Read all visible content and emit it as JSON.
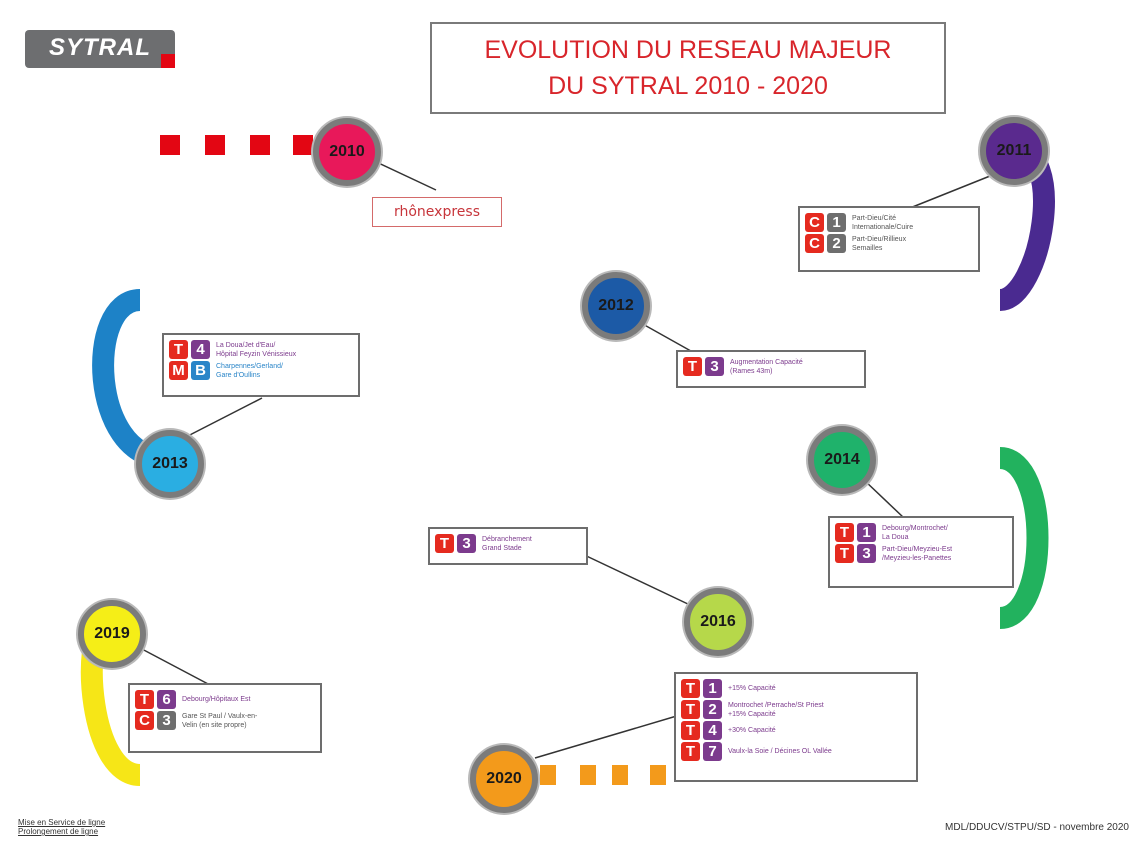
{
  "logo": {
    "text": "SYTRAL"
  },
  "title": {
    "line1": "EVOLUTION DU RESEAU MAJEUR",
    "line2": "DU SYTRAL 2010 - 2020"
  },
  "years": {
    "y2010": "2010",
    "y2011": "2011",
    "y2012": "2012",
    "y2013": "2013",
    "y2014": "2014",
    "y2016": "2016",
    "y2019": "2019",
    "y2020": "2020"
  },
  "colors": {
    "y2010": "#e8185a",
    "y2011": "#5a2a8e",
    "y2012": "#1c5aa6",
    "y2013": "#2aaee2",
    "y2014": "#1fb26b",
    "y2016": "#b6d84a",
    "y2019": "#f5ee17",
    "y2020": "#f39a1b"
  },
  "rhonexpress": {
    "text": "rhônexpress"
  },
  "box2011": [
    {
      "badge1": "C",
      "badge2": "1",
      "text": "Part-Dieu/Cité\nInternationale/Cuire"
    },
    {
      "badge1": "C",
      "badge2": "2",
      "text": "Part-Dieu/Rillieux\nSemailles"
    }
  ],
  "box2012": [
    {
      "badge1": "T",
      "badge2": "3",
      "text": "Augmentation Capacité\n(Rames 43m)"
    }
  ],
  "box2013": [
    {
      "badge1": "T",
      "badge2": "4",
      "text": "La Doua/Jet d'Eau/\nHôpital Feyzin Vénissieux"
    },
    {
      "badge1": "M",
      "badge2": "B",
      "text": "Charpennes/Gerland/\nGare d'Oullins"
    }
  ],
  "box2014": [
    {
      "badge1": "T",
      "badge2": "1",
      "text": "Debourg/Montrochet/\nLa Doua"
    },
    {
      "badge1": "T",
      "badge2": "3",
      "text": "Part-Dieu/Meyzieu-Est\n/Meyzieu-les-Panettes"
    }
  ],
  "box2016": [
    {
      "badge1": "T",
      "badge2": "3",
      "text": "Débranchement\nGrand Stade"
    }
  ],
  "box2019": [
    {
      "badge1": "T",
      "badge2": "6",
      "text": "Debourg/Hôpitaux Est"
    },
    {
      "badge1": "C",
      "badge2": "3",
      "text": "Gare St Paul / Vaulx-en-\nVelin (en site propre)"
    }
  ],
  "box2020": [
    {
      "badge1": "T",
      "badge2": "1",
      "text": "+15% Capacité"
    },
    {
      "badge1": "T",
      "badge2": "2",
      "text": "Montrochet /Perrache/St Priest\n+15% Capacité"
    },
    {
      "badge1": "T",
      "badge2": "4",
      "text": "+30% Capacité"
    },
    {
      "badge1": "T",
      "badge2": "7",
      "text": "Vaulx-la Soie / Décines OL Vallée"
    }
  ],
  "legend": {
    "line1": "Mise en Service de ligne",
    "line2": "Prolongement de ligne"
  },
  "footer": {
    "text": "MDL/DDUCV/STPU/SD - novembre 2020"
  }
}
